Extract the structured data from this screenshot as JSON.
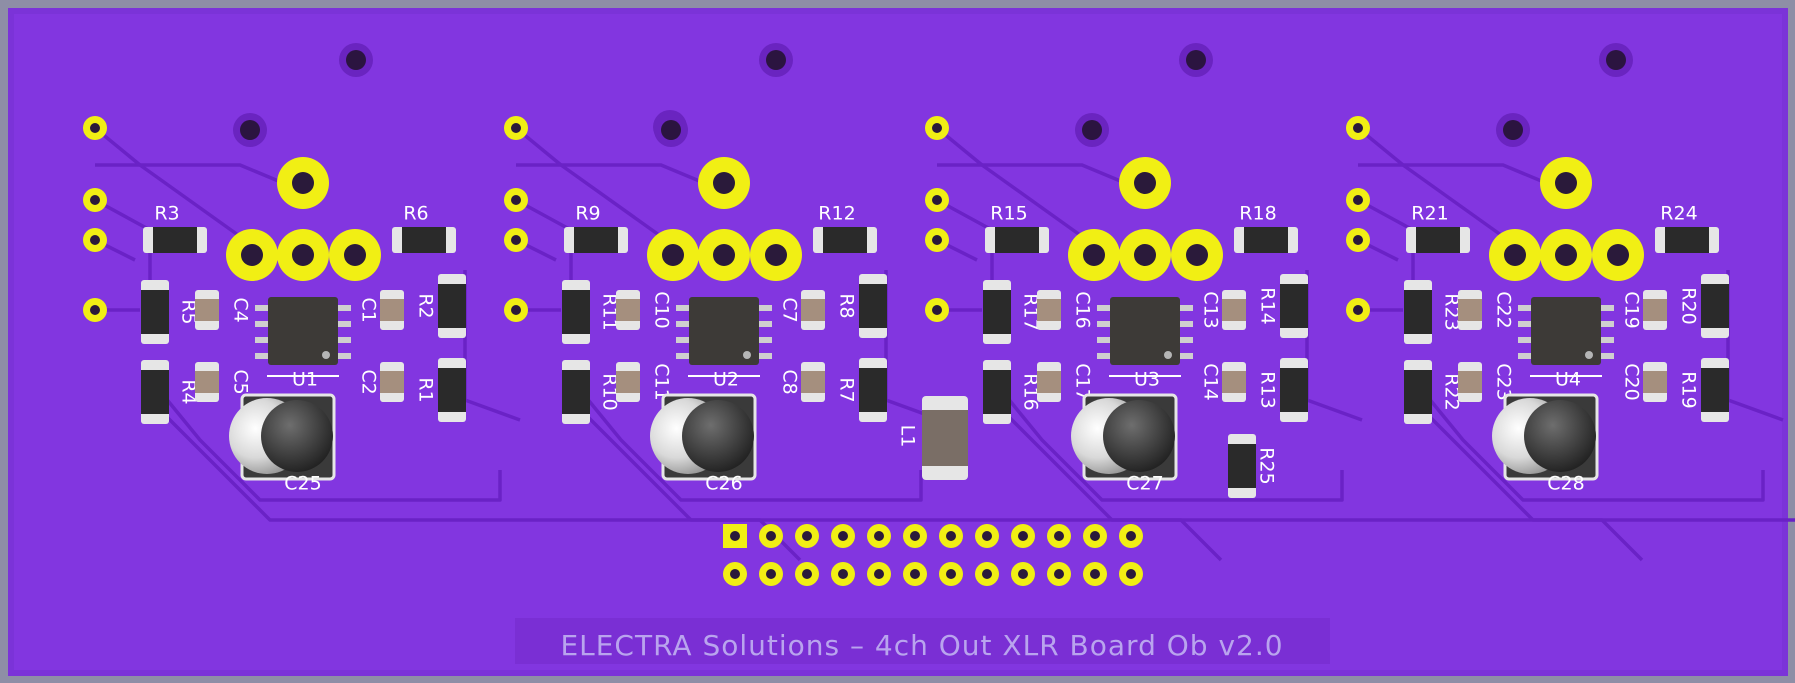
{
  "board": {
    "title": "ELECTRA Solutions – 4ch Out XLR Board Ob v2.0",
    "colors": {
      "background": "#8e8ea6",
      "soldermask": "#8236e0",
      "trace": "#6c23c8",
      "copper_pad": "#f1ef14",
      "silkscreen": "#ffffff",
      "smd_body": "#2a2a2a",
      "cap_body": "#a58f7e"
    }
  },
  "channels": [
    {
      "resistors": [
        "R3",
        "R6",
        "R5",
        "R2",
        "R4",
        "R1"
      ],
      "caps": [
        "C4",
        "C1",
        "C5",
        "C2"
      ],
      "ic": "U1",
      "electrolytic": "C25"
    },
    {
      "resistors": [
        "R9",
        "R12",
        "R11",
        "R8",
        "R10",
        "R7"
      ],
      "caps": [
        "C10",
        "C7",
        "C11",
        "C8"
      ],
      "ic": "U2",
      "electrolytic": "C26"
    },
    {
      "resistors": [
        "R15",
        "R18",
        "R17",
        "R14",
        "R16",
        "R13"
      ],
      "caps": [
        "C16",
        "C13",
        "C17",
        "C14"
      ],
      "ic": "U3",
      "electrolytic": "C27"
    },
    {
      "resistors": [
        "R21",
        "R24",
        "R23",
        "R20",
        "R22",
        "R19"
      ],
      "caps": [
        "C22",
        "C19",
        "C23",
        "C20"
      ],
      "ic": "U4",
      "electrolytic": "C28"
    }
  ],
  "extra": {
    "inductor": "L1",
    "resistor": "R25"
  },
  "header": {
    "pins_per_row": 12,
    "rows": 2
  }
}
